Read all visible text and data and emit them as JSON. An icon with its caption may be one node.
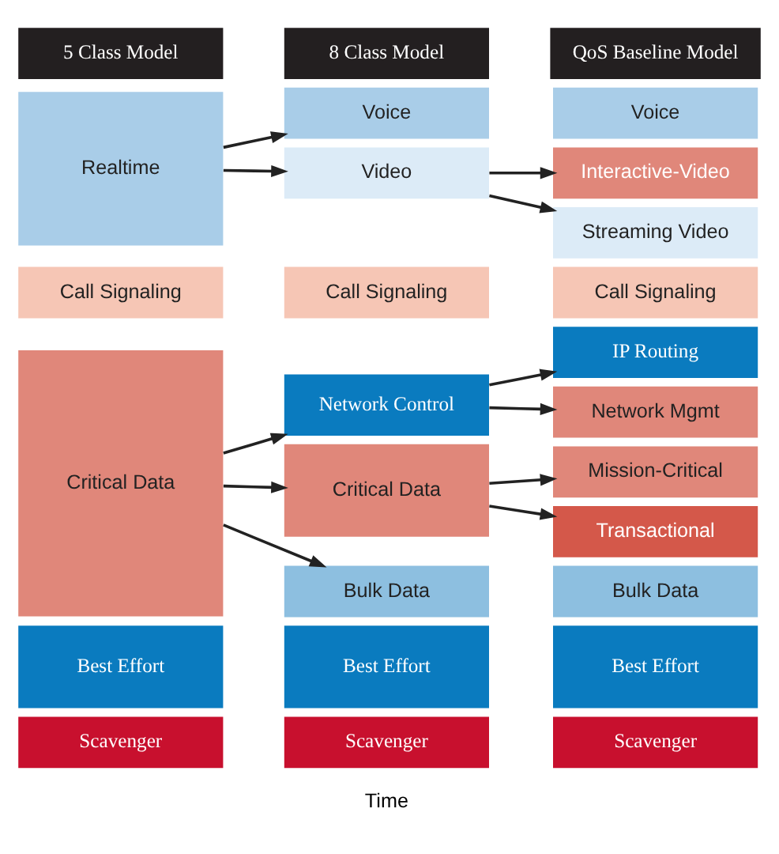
{
  "diagram": {
    "nodes": [
      {
        "text": [
          "5 Class Model"
        ]
      },
      {
        "text": [
          "Realtime"
        ]
      },
      {
        "text": [
          "Call Signaling"
        ]
      },
      {
        "text": [
          "Critical Data"
        ]
      },
      {
        "text": [
          "Best Effort"
        ]
      },
      {
        "text": [
          "Scavenger"
        ]
      },
      {
        "text": [
          "8 Class Model"
        ]
      },
      {
        "text": [
          "Voice"
        ]
      },
      {
        "text": [
          "Video"
        ]
      },
      {
        "text": [
          "Call Signaling"
        ]
      },
      {
        "text": [
          "Network Control"
        ]
      },
      {
        "text": [
          "Critical Data"
        ]
      },
      {
        "text": [
          "Bulk Data"
        ]
      },
      {
        "text": [
          "Best Effort"
        ]
      },
      {
        "text": [
          "Scavenger"
        ]
      },
      {
        "text": [
          "QoS Baseline Model"
        ]
      },
      {
        "text": [
          "Voice"
        ]
      },
      {
        "text": [
          "Interactive-Video"
        ]
      },
      {
        "text": [
          "Streaming Video"
        ]
      },
      {
        "text": [
          "Call Signaling"
        ]
      },
      {
        "text": [
          "IP Routing"
        ]
      },
      {
        "text": [
          "Network Mgmt"
        ]
      },
      {
        "text": [
          "Mission-Critical"
        ]
      },
      {
        "text": [
          "Transactional"
        ]
      },
      {
        "text": [
          "Bulk Data"
        ]
      },
      {
        "text": [
          "Best Effort"
        ]
      },
      {
        "text": [
          "Scavenger"
        ]
      }
    ],
    "edges": [
      {
        "from": 1,
        "to": 7,
        "arrow": "to"
      },
      {
        "from": 1,
        "to": 8,
        "arrow": "to"
      },
      {
        "from": 3,
        "to": 10,
        "arrow": "to"
      },
      {
        "from": 3,
        "to": 11,
        "arrow": "to"
      },
      {
        "from": 3,
        "to": 12,
        "arrow": "to"
      },
      {
        "from": 8,
        "to": 17,
        "arrow": "to"
      },
      {
        "from": 8,
        "to": 18,
        "arrow": "to"
      },
      {
        "from": 10,
        "to": 20,
        "arrow": "to"
      },
      {
        "from": 10,
        "to": 21,
        "arrow": "to"
      },
      {
        "from": 11,
        "to": 22,
        "arrow": "to"
      },
      {
        "from": 11,
        "to": 23,
        "arrow": "to"
      }
    ],
    "labels": [
      "Time"
    ]
  }
}
